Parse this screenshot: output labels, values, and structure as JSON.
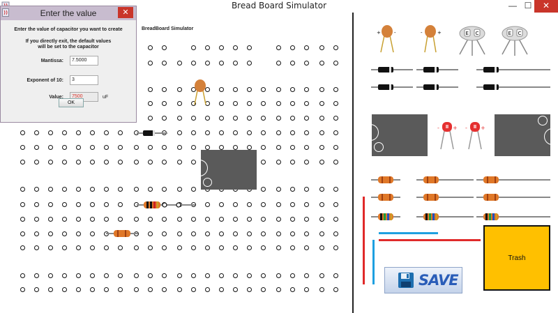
{
  "window": {
    "title": "Bread Board Simulator",
    "minimize": "—",
    "maximize": "☐",
    "close": "✕"
  },
  "board": {
    "label": "BreadBoard Simulator"
  },
  "dialog": {
    "title": "Enter the value",
    "close": "✕",
    "prompt": "Enter the value of capacitor you want to create",
    "note_line1": "If you directly exit, the default values",
    "note_line2": "will be set to the capacitor",
    "mantissa_label": "Mantissa:",
    "mantissa_value": "7.5000",
    "exponent_label": "Exponent of 10:",
    "exponent_value": "3",
    "value_label": "Value:",
    "value_value": "7500",
    "unit": "uF",
    "ok": "OK"
  },
  "palette": {
    "save_label": "SAVE",
    "trash_label": "Trash",
    "transistor_marks": [
      "E",
      "C",
      "E",
      "C"
    ],
    "led_marks": [
      "-",
      "+",
      "-",
      "+"
    ],
    "capacitor_marks": [
      "+",
      "-",
      "-",
      "+"
    ]
  },
  "colors": {
    "chip": "#5a5a5a",
    "trash": "#ffc000",
    "led": "#e53030",
    "capacitor": "#d4813a",
    "resistor": "#e07828",
    "wire_red": "#e02a2a",
    "wire_blue": "#1ea0e0"
  }
}
